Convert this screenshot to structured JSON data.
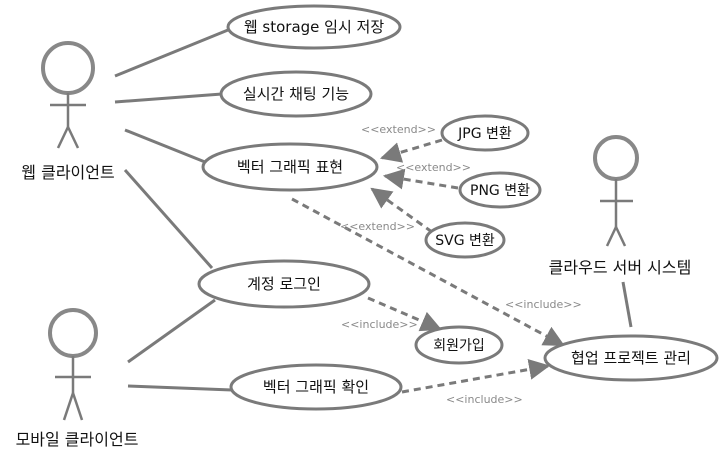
{
  "actors": {
    "web_client": "웹 클라이언트",
    "mobile_client": "모바일 클라이언트",
    "cloud_system": "클라우드 서버 시스템"
  },
  "use_cases": {
    "web_storage": "웹 storage 임시 저장",
    "realtime_chat": "실시간 채팅 기능",
    "vector_graphic_render": "벡터 그래픽 표현",
    "jpg": "JPG 변환",
    "png": "PNG 변환",
    "svg": "SVG 변환",
    "login": "계정 로그인",
    "signup": "회원가입",
    "vector_graphic_check": "벡터 그래픽 확인",
    "project_manage": "협업 프로젝트 관리"
  },
  "stereotypes": {
    "jpg": "<<extend>>",
    "png": "<<extend>>",
    "svg": "<<extend>>",
    "login_signup": "<<include>>",
    "vector_project": "<<include>>",
    "check_project": "<<include>>"
  },
  "colors": {
    "stroke": "#7a7a7a",
    "actor_head": "#888888",
    "text": "#111111",
    "stereotype": "#8a8a8a"
  }
}
